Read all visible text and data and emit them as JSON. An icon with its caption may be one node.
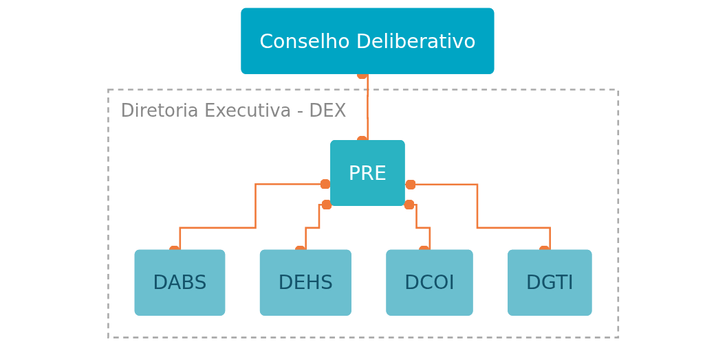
{
  "diagram": {
    "nodes": [
      {
        "text": [
          "Conselho Deliberativo"
        ]
      },
      {
        "text": [
          "Diretoria Executiva - DEX"
        ]
      },
      {
        "text": [
          "PRE"
        ],
        "in": 1
      },
      {
        "text": [
          "DABS"
        ],
        "in": 1
      },
      {
        "text": [
          "DEHS"
        ],
        "in": 1
      },
      {
        "text": [
          "DCOI"
        ],
        "in": 1
      },
      {
        "text": [
          "DGTI"
        ],
        "in": 1
      }
    ],
    "edges": [
      {
        "from": 0,
        "to": 2,
        "arrow": "other"
      },
      {
        "from": 2,
        "to": 3,
        "arrow": "other"
      },
      {
        "from": 2,
        "to": 4,
        "arrow": "other"
      },
      {
        "from": 2,
        "to": 5,
        "arrow": "other"
      },
      {
        "from": 2,
        "to": 6,
        "arrow": "other"
      }
    ]
  }
}
